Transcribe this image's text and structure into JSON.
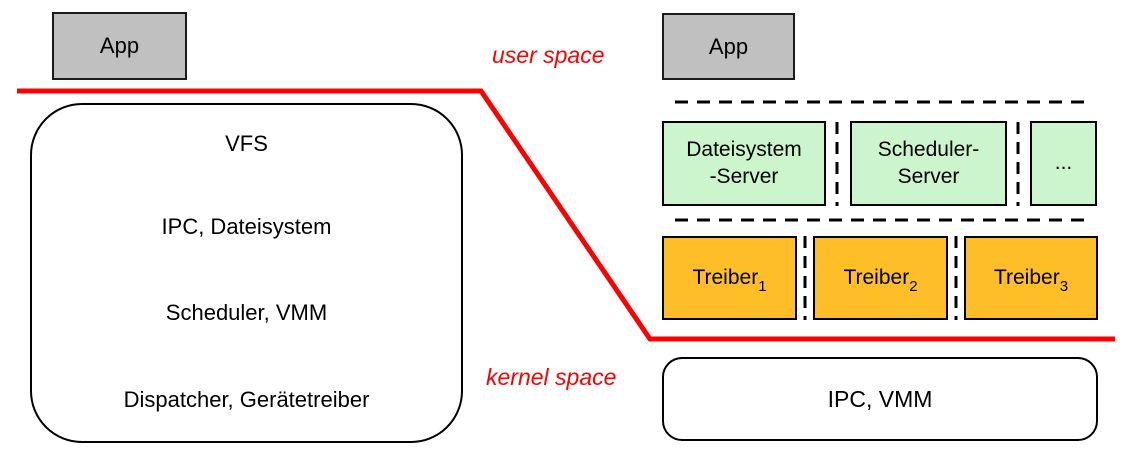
{
  "diagram_title": "",
  "colors": {
    "accent_red": "#ff0000",
    "box_gray": "#c0c0c0",
    "box_green": "#ccf5cd",
    "box_orange": "#fdbe27"
  },
  "boundary": {
    "user_space_label": "user space",
    "kernel_space_label": "kernel space"
  },
  "left": {
    "app_label": "App",
    "layers": [
      "VFS",
      "IPC, Dateisystem",
      "Scheduler, VMM",
      "Dispatcher, Gerätetreiber"
    ]
  },
  "right": {
    "app_label": "App",
    "servers": [
      {
        "line1": "Dateisystem",
        "line2": "-Server"
      },
      {
        "line1": "Scheduler-",
        "line2": "Server"
      },
      {
        "line1": "..."
      }
    ],
    "drivers": [
      {
        "label": "Treiber",
        "sub": "1"
      },
      {
        "label": "Treiber",
        "sub": "2"
      },
      {
        "label": "Treiber",
        "sub": "3"
      }
    ],
    "kernel_box_label": "IPC, VMM"
  }
}
